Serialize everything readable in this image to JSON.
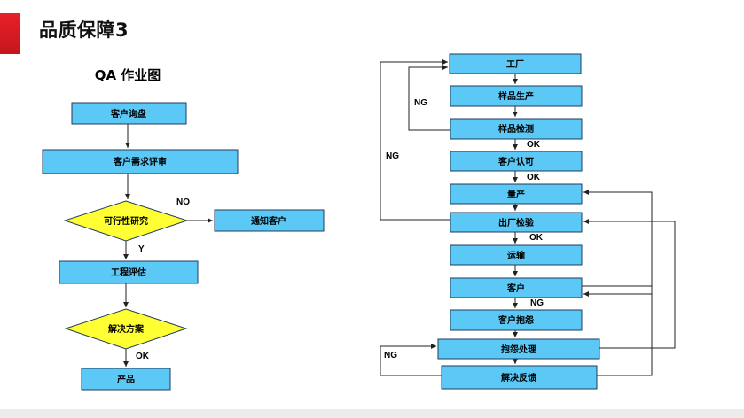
{
  "header": {
    "title": "品质保障3"
  },
  "left": {
    "title": "QA 作业图",
    "nodes": {
      "inquiry": "客户询盘",
      "review": "客户需求评审",
      "feasibility": "可行性研究",
      "notify": "通知客户",
      "engineering": "工程评估",
      "solution": "解决方案",
      "product": "产品"
    },
    "labels": {
      "no": "NO",
      "yes": "Y",
      "ok": "OK"
    }
  },
  "right": {
    "nodes": {
      "factory": "工厂",
      "sample_production": "样品生产",
      "sample_inspection": "样品检测",
      "customer_approval": "客户认可",
      "mass_production": "量产",
      "outgoing_inspection": "出厂检验",
      "transport": "运输",
      "customer": "客户",
      "complaint": "客户抱怨",
      "complaint_handling": "抱怨处理",
      "feedback": "解决反馈"
    },
    "labels": {
      "ng_sample": "NG",
      "ng_outgoing": "NG",
      "ok_sample": "OK",
      "ok_approval": "OK",
      "ok_outgoing": "OK",
      "ng_customer": "NG",
      "ng_complaint": "NG"
    }
  }
}
